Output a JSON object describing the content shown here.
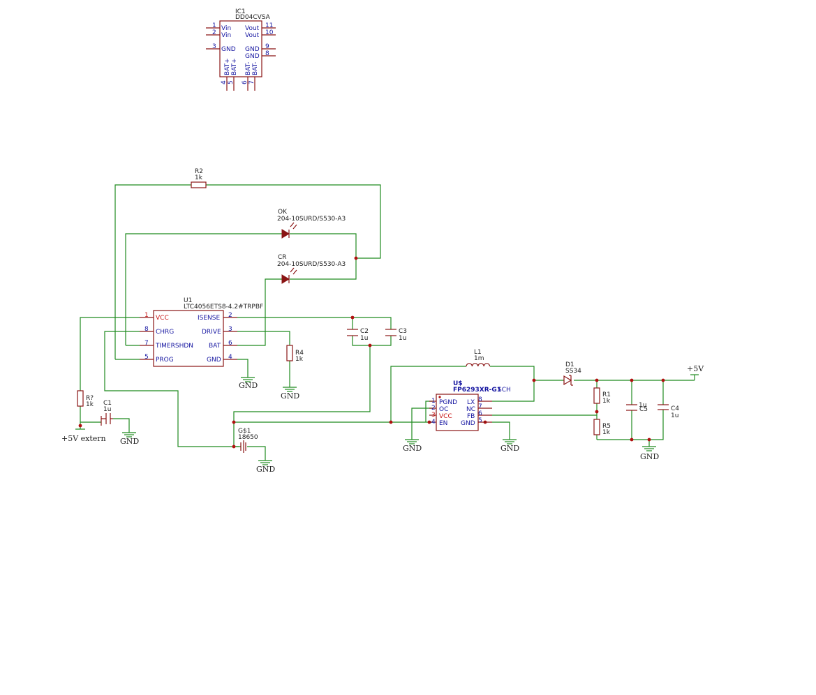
{
  "ic1": {
    "ref": "IC1",
    "value": "DD04CVSA",
    "pins": [
      {
        "num": "1",
        "name": "Vin"
      },
      {
        "num": "2",
        "name": "Vin"
      },
      {
        "num": "3",
        "name": "GND"
      },
      {
        "num": "11",
        "name": "Vout"
      },
      {
        "num": "10",
        "name": "Vout"
      },
      {
        "num": "9",
        "name": "GND"
      },
      {
        "num": "8",
        "name": "GND"
      },
      {
        "num": "4",
        "name": "BAT+"
      },
      {
        "num": "5",
        "name": "BAT+"
      },
      {
        "num": "6",
        "name": "BAT-"
      },
      {
        "num": "7",
        "name": "BAT-"
      }
    ]
  },
  "r2": {
    "ref": "R2",
    "value": "1k"
  },
  "led_ok": {
    "ref": "OK",
    "value": "204-10SURD/S530-A3"
  },
  "led_cr": {
    "ref": "CR",
    "value": "204-10SURD/S530-A3"
  },
  "u1": {
    "ref": "U1",
    "value": "LTC4056ETS8-4.2#TRPBF",
    "pins": [
      {
        "num": "1",
        "name": "VCC"
      },
      {
        "num": "8",
        "name": "CHRG"
      },
      {
        "num": "7",
        "name": "TIMERSHDN"
      },
      {
        "num": "5",
        "name": "PROG"
      },
      {
        "num": "2",
        "name": "ISENSE"
      },
      {
        "num": "3",
        "name": "DRIVE"
      },
      {
        "num": "6",
        "name": "BAT"
      },
      {
        "num": "4",
        "name": "GND"
      }
    ]
  },
  "c2": {
    "ref": "C2",
    "value": "1u"
  },
  "c3": {
    "ref": "C3",
    "value": "1u"
  },
  "r4": {
    "ref": "R4",
    "value": "1k"
  },
  "rq": {
    "ref": "R?",
    "value": "1k"
  },
  "c1": {
    "ref": "C1",
    "value": "1u"
  },
  "g1": {
    "ref": "G$1",
    "value": "18650"
  },
  "l1": {
    "ref": "L1",
    "value": "1m"
  },
  "d1": {
    "ref": "D1",
    "value": "SS34"
  },
  "u2": {
    "ref": "U$",
    "value": "FP6293XR-G1",
    "suffix": "SCH",
    "pins": [
      {
        "num": "1",
        "name": "PGND"
      },
      {
        "num": "2",
        "name": "OC"
      },
      {
        "num": "3",
        "name": "VCC"
      },
      {
        "num": "4",
        "name": "EN"
      },
      {
        "num": "8",
        "name": "LX"
      },
      {
        "num": "7",
        "name": "NC"
      },
      {
        "num": "6",
        "name": "FB"
      },
      {
        "num": "5",
        "name": "GND"
      }
    ]
  },
  "r1": {
    "ref": "R1",
    "value": "1k"
  },
  "r5": {
    "ref": "R5",
    "value": "1k"
  },
  "c5": {
    "ref": "C5",
    "value": "1u"
  },
  "c4": {
    "ref": "C4",
    "value": "1u"
  },
  "nets": {
    "gnd": "GND",
    "v5": "+5V",
    "v5ext": "+5V extern"
  }
}
